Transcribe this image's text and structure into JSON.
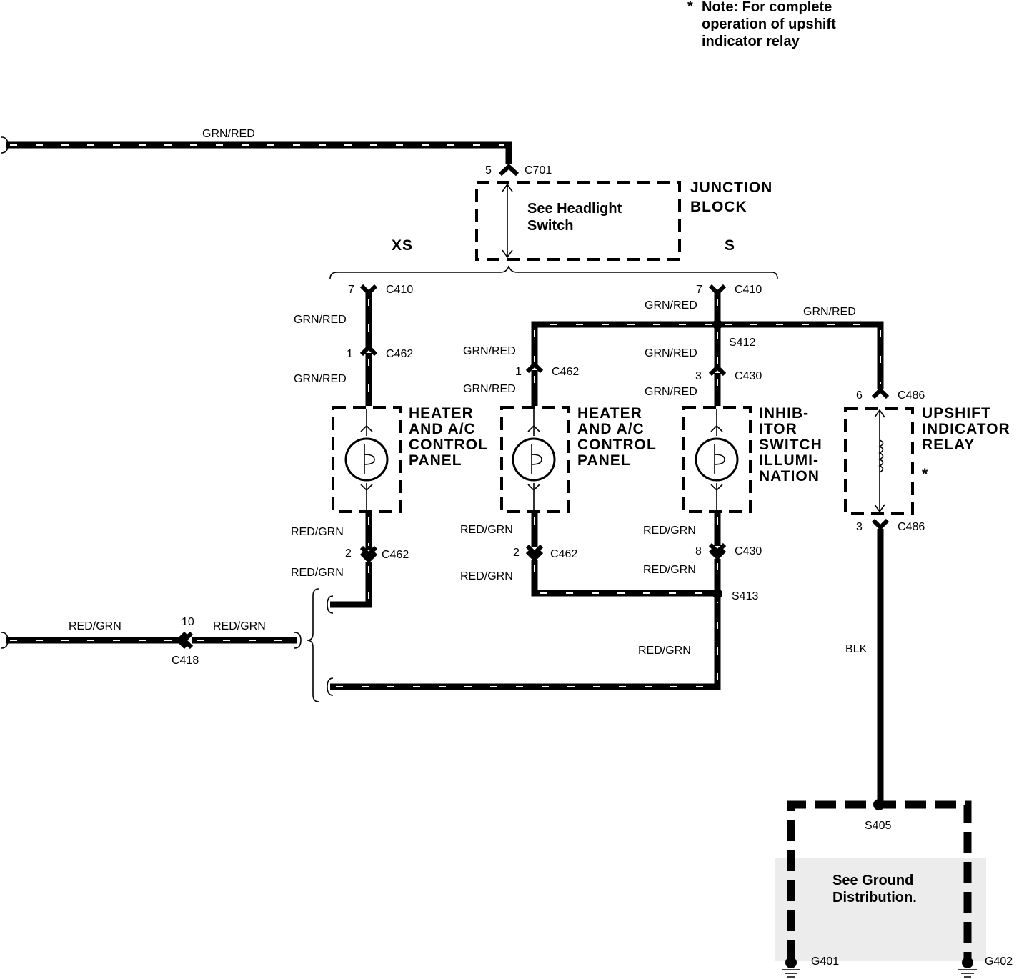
{
  "note": {
    "star": "*",
    "lines": [
      "Note: For complete",
      "operation of upshift",
      "indicator relay"
    ]
  },
  "junction_block": {
    "label_lines": [
      "JUNCTION",
      "BLOCK"
    ],
    "inner_lines": [
      "See Headlight",
      "Switch"
    ],
    "variant_left": "XS",
    "variant_right": "S"
  },
  "components": {
    "heater1": [
      "HEATER",
      "AND A/C",
      "CONTROL",
      "PANEL"
    ],
    "heater2": [
      "HEATER",
      "AND A/C",
      "CONTROL",
      "PANEL"
    ],
    "inhibitor": [
      "INHIB-",
      "ITOR",
      "SWITCH",
      "ILLUMI-",
      "NATION"
    ],
    "relay": [
      "UPSHIFT",
      "INDICATOR",
      "RELAY"
    ],
    "relay_star": "*"
  },
  "ground": {
    "inner_lines": [
      "See Ground",
      "Distribution."
    ],
    "splice": "S405",
    "left": "G401",
    "right": "G402"
  },
  "wires": {
    "grn_red": "GRN/RED",
    "red_grn": "RED/GRN",
    "blk": "BLK"
  },
  "connectors": {
    "c701": "C701",
    "c701_pin": "5",
    "c410": "C410",
    "c410_pin_a": "7",
    "c410_pin_b": "7",
    "c462": "C462",
    "c462_pin_1": "1",
    "c462_pin_2": "2",
    "c430": "C430",
    "c430_pin_3": "3",
    "c430_pin_8": "8",
    "c486": "C486",
    "c486_pin_6": "6",
    "c486_pin_3": "3",
    "c418": "C418",
    "c418_pin": "10",
    "s412": "S412",
    "s413": "S413"
  }
}
